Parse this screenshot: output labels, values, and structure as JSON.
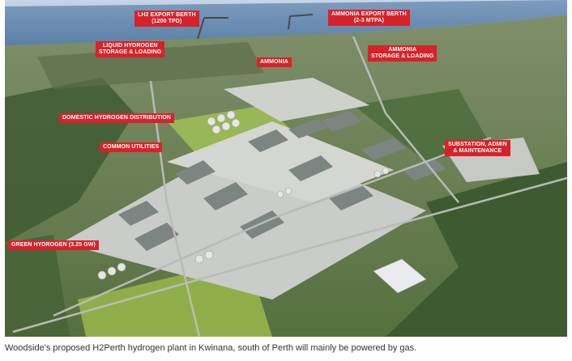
{
  "labels": {
    "lh2_export_berth": "LH2 EXPORT BERTH",
    "lh2_export_berth_capacity": "(1200 TPD)",
    "ammonia_export_berth": "AMMONIA EXPORT BERTH",
    "ammonia_export_berth_capacity": "(2-3 MTPA)",
    "liquid_hydrogen_line1": "LIQUID HYDROGEN",
    "liquid_hydrogen_line2": "STORAGE & LOADING",
    "ammonia": "AMMONIA",
    "ammonia_storage_line1": "AMMONIA",
    "ammonia_storage_line2": "STORAGE & LOADING",
    "domestic_hydrogen": "DOMESTIC HYDROGEN DISTRIBUTION",
    "common_utilities": "COMMON UTILITIES",
    "substation_line1": "SUBSTATION, ADMIN",
    "substation_line2": "& MAINTENANCE",
    "green_hydrogen": "GREEN HYDROGEN (3.25 GW)"
  },
  "caption": "Woodside's proposed H2Perth hydrogen plant in Kwinana, south of Perth will mainly be powered by gas.",
  "colors": {
    "label_bg": "#d8222a",
    "sea": "#5b7fa6",
    "vegetation": "#3f5a34",
    "grass": "#8fae4a"
  }
}
